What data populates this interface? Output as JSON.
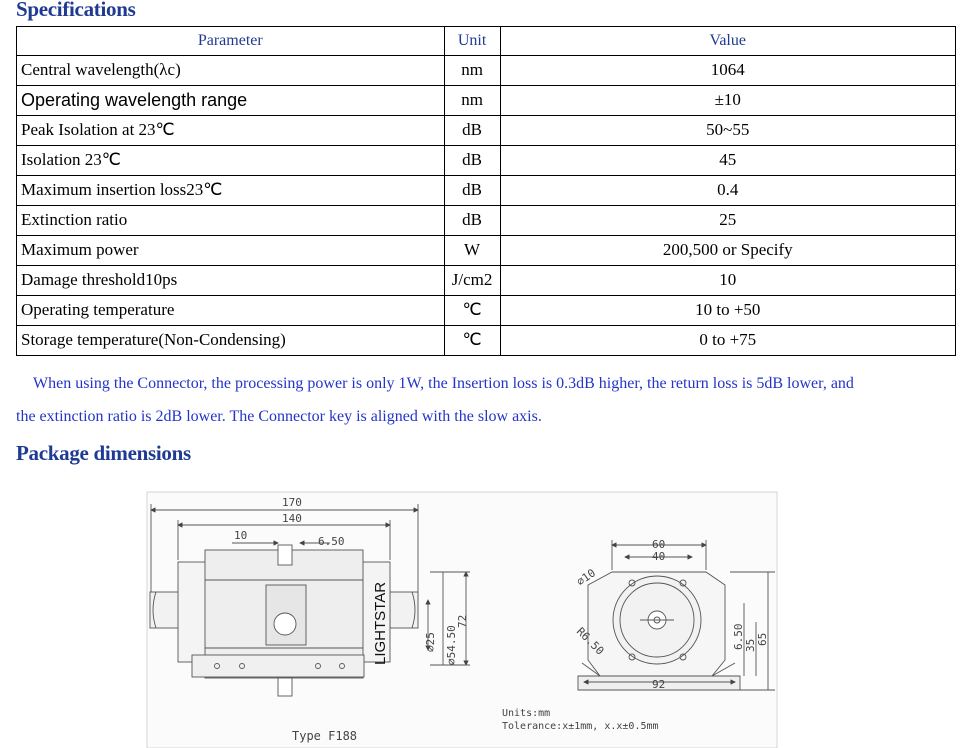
{
  "spec_title": "Specifications",
  "table": {
    "headers": [
      "Parameter",
      "Unit",
      "Value"
    ],
    "rows": [
      [
        "Central wavelength(λc)",
        "nm",
        "1064"
      ],
      [
        "Operating wavelength range",
        "nm",
        "±10"
      ],
      [
        "Peak Isolation at 23℃",
        "dB",
        "50~55"
      ],
      [
        "Isolation 23℃",
        "dB",
        "45"
      ],
      [
        "Maximum insertion loss23℃",
        "dB",
        "0.4"
      ],
      [
        "Extinction ratio",
        "dB",
        "25"
      ],
      [
        "Maximum power",
        "W",
        "200,500 or Specify"
      ],
      [
        "Damage threshold10ps",
        "J/cm2",
        "10"
      ],
      [
        "Operating temperature",
        "℃",
        "10 to +50"
      ],
      [
        "Storage temperature(Non-Condensing)",
        "℃",
        "0 to +75"
      ]
    ]
  },
  "note_line1": "When using the Connector, the processing power is only 1W, the Insertion loss is 0.3dB higher, the return loss is 5dB lower, and",
  "note_line2": "the extinction ratio is 2dB lower. The Connector key is aligned with the slow axis.",
  "pkg_title": "Package dimensions",
  "drawing": {
    "dim_170": "170",
    "dim_140": "140",
    "dim_10": "10",
    "dim_650": "6.50",
    "dim_d25": "⌀25",
    "dim_d5450": "⌀54.50",
    "dim_72": "72",
    "brand": "LIGHTSTAR",
    "type_label": "Type F188",
    "dim_60": "60",
    "dim_40": "40",
    "dim_d10": "⌀10",
    "dim_r650": "R6.50",
    "dim_92": "92",
    "dim_side_650": "6.50",
    "dim_35": "35",
    "dim_65": "65",
    "units": "Units:mm",
    "tolerance": "Tolerance:x±1mm, x.x±0.5mm"
  }
}
